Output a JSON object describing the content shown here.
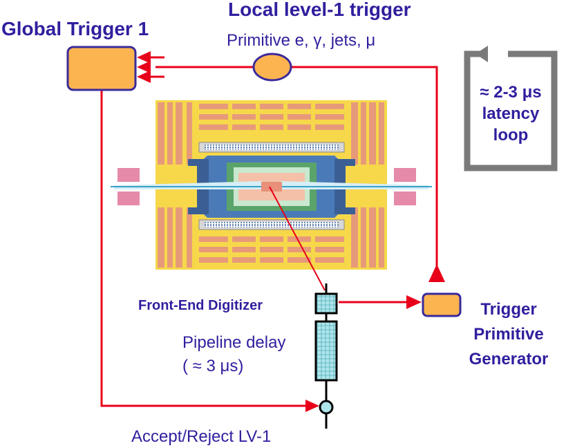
{
  "labels": {
    "local_trigger": "Local level-1 trigger",
    "global_trigger": "Global Trigger 1",
    "primitive": "Primitive e, γ, jets, μ",
    "latency_line1": "≈ 2-3 μs",
    "latency_line2": "latency",
    "latency_line3": "loop",
    "frontend": "Front-End Digitizer",
    "pipeline_line1": "Pipeline delay",
    "pipeline_line2": "( ≈ 3 μs)",
    "tpg_line1": "Trigger",
    "tpg_line2": "Primitive",
    "tpg_line3": "Generator",
    "accept": "Accept/Reject LV-1"
  },
  "colors": {
    "text": "#2f1f9e",
    "signal_line": "#e8001a",
    "box_fill": "#fbb450",
    "box_border": "#3a2a9a",
    "loop_border": "#7a7a7a",
    "pipeline_fill": "#aee6ea"
  },
  "icons": {
    "detector": "detector-cross-section-icon",
    "loop": "latency-loop-arrow-icon"
  }
}
